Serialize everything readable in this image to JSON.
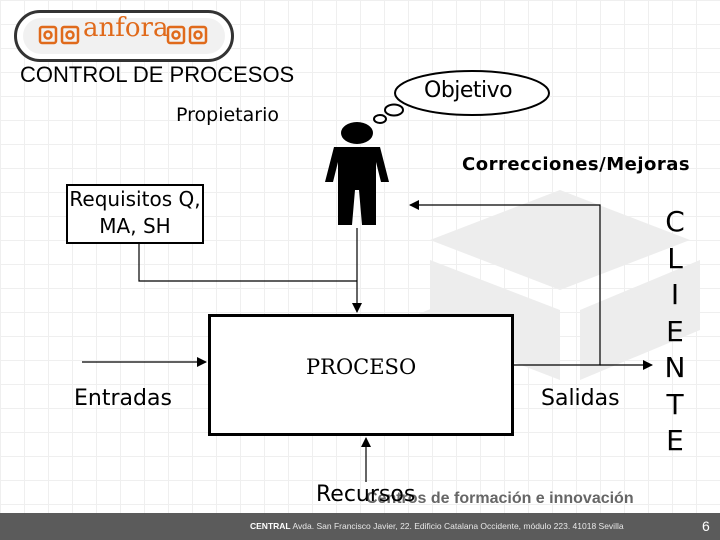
{
  "logo": {
    "text": "anfora",
    "accent_color": "#e06a1b"
  },
  "slide": {
    "title": "CONTROL DE PROCESOS",
    "owner_label": "Propietario",
    "objective": "Objetivo",
    "corrections": "Correcciones/Mejoras",
    "requirements": "Requisitos Q, MA, SH",
    "process": "PROCESO",
    "inputs": "Entradas",
    "outputs": "Salidas",
    "resources": "Recursos",
    "customer_letters": [
      "C",
      "L",
      "I",
      "E",
      "N",
      "T",
      "E"
    ]
  },
  "footer": {
    "slogan": "Centros de formación e innovación",
    "brand": "CENTRAL",
    "address": "Avda. San Francisco Javier, 22. Edificio Catalana Occidente, módulo 223. 41018 Sevilla",
    "page_number": "6"
  }
}
